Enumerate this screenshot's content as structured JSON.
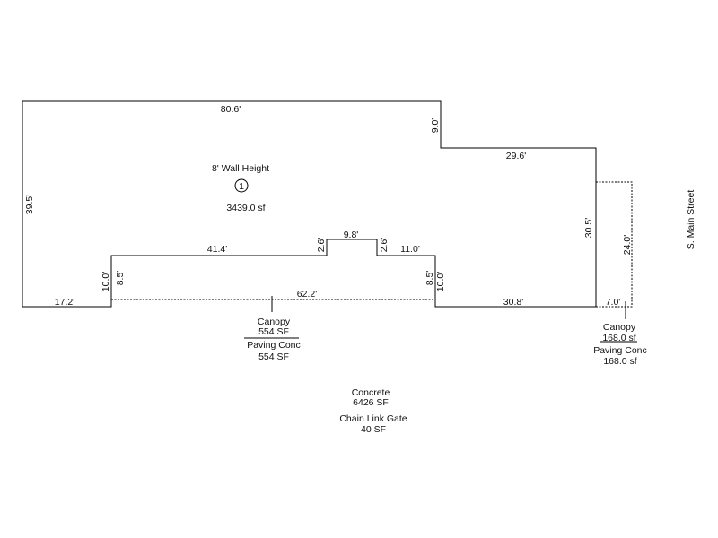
{
  "dimensions": {
    "top_main": "80.6'",
    "step_height": "9.0'",
    "upper_right": "29.6'",
    "left_side": "39.5'",
    "right_side": "30.5'",
    "canopy_side": "24.0'",
    "notch_left_run": "41.4'",
    "notch_right_run": "11.0'",
    "notch_top": "9.8'",
    "notch_left_rise": "2.6'",
    "notch_right_rise": "2.6'",
    "recess_left_outer": "10.0'",
    "recess_left_inner": "8.5'",
    "recess_right_inner": "8.5'",
    "recess_right_outer": "10.0'",
    "bottom_left": "17.2'",
    "canopy_width": "62.2'",
    "bottom_right": "30.8'",
    "canopy_right_width": "7.0'"
  },
  "room": {
    "wall_height": "8' Wall Height",
    "number": "1",
    "area": "3439.0 sf"
  },
  "canopy_front": {
    "label": "Canopy",
    "area": "554 SF",
    "paving_label": "Paving Conc",
    "paving_area": "554 SF"
  },
  "canopy_side": {
    "label": "Canopy",
    "area": "168.0 sf",
    "paving_label": "Paving Conc",
    "paving_area": "168.0 sf"
  },
  "site_items": {
    "concrete_label": "Concrete",
    "concrete_area": "6426 SF",
    "gate_label": "Chain Link Gate",
    "gate_area": "40 SF"
  },
  "street": "S. Main Street"
}
